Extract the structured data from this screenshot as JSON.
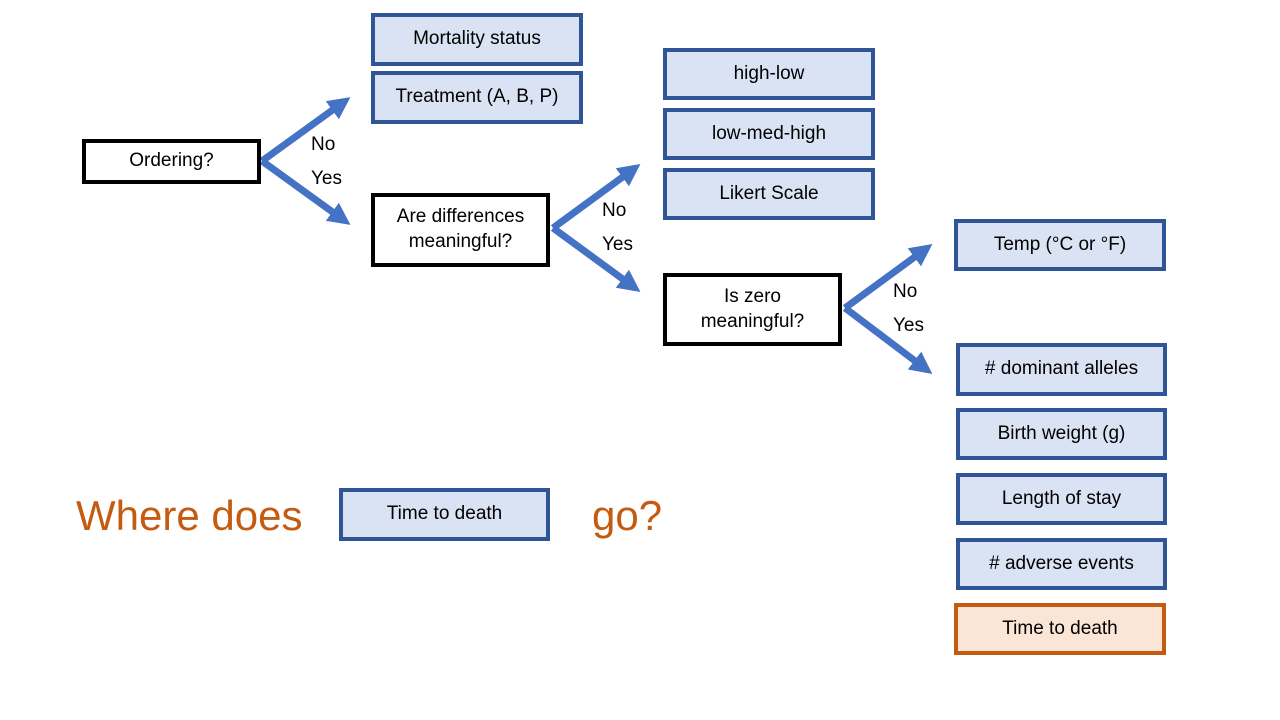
{
  "questions": {
    "ordering": "Ordering?",
    "differences": "Are differences meaningful?",
    "zero": "Is zero meaningful?"
  },
  "branch_labels": {
    "no": "No",
    "yes": "Yes"
  },
  "nominal": [
    "Mortality status",
    "Treatment (A, B, P)"
  ],
  "ordinal": [
    "high-low",
    "low-med-high",
    "Likert Scale"
  ],
  "interval": [
    "Temp (°C or °F)"
  ],
  "ratio": [
    "# dominant alleles",
    "Birth weight (g)",
    "Length of stay",
    "# adverse events",
    "Time to death"
  ],
  "prompt": {
    "before": "Where does",
    "item": "Time to death",
    "after": "go?"
  },
  "colors": {
    "arrow": "#4472c4",
    "category_border": "#2f5597",
    "category_fill": "#dae3f3",
    "highlight_border": "#c55a11",
    "highlight_fill": "#fbe5d6"
  }
}
